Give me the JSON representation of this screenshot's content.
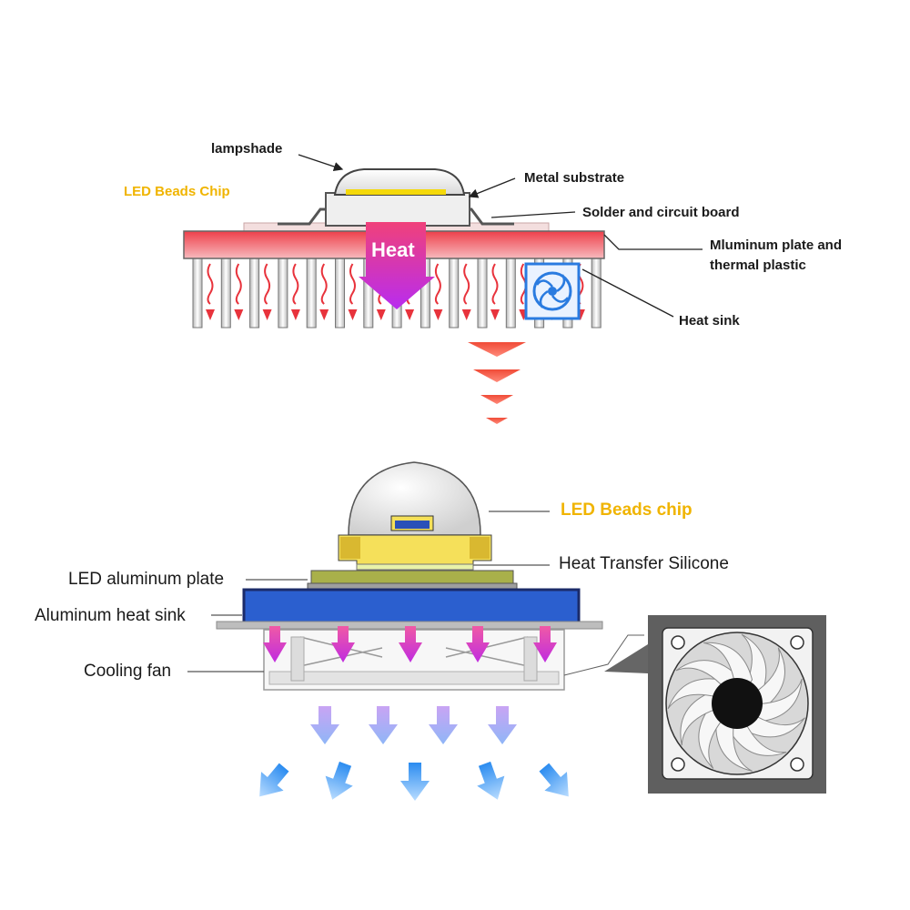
{
  "top": {
    "labels": {
      "lampshade": "lampshade",
      "led_beads_chip": "LED Beads Chip",
      "metal_substrate": "Metal substrate",
      "solder_circuit_board": "Solder and circuit board",
      "aluminum_plate_line1": "Mluminum plate and",
      "aluminum_plate_line2": "thermal plastic",
      "heat_sink": "Heat sink"
    },
    "heat_arrow_text": "Heat"
  },
  "bottom": {
    "labels": {
      "led_beads_chip": "LED Beads chip",
      "heat_transfer_silicone": "Heat Transfer Silicone",
      "led_aluminum_plate": "LED aluminum plate",
      "aluminum_heat_sink": "Aluminum heat sink",
      "cooling_fan": "Cooling fan"
    }
  },
  "colors": {
    "label_gold": "#f0b400",
    "heat_red": "#e8333c",
    "heat_magenta": "#c82ce0",
    "airflow_blue": "#3a9bf0",
    "heat_sink_blue": "#2a5cc8",
    "chip_yellow": "#f5e05a",
    "fan_blue": "#2a7be0"
  }
}
